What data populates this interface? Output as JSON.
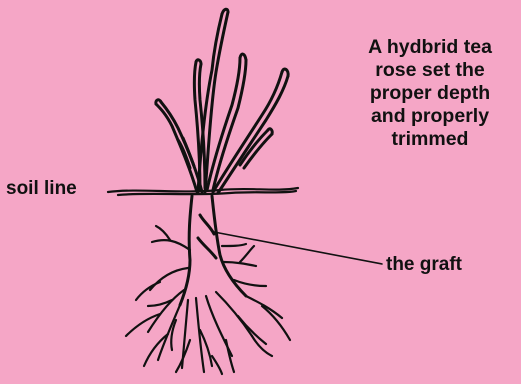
{
  "diagram": {
    "caption": "A hydbrid tea\nrose set the\nproper depth\nand properly\ntrimmed",
    "labels": {
      "soil_line": "soil line",
      "graft": "the graft"
    },
    "colors": {
      "background": "#f5a6c6",
      "ink": "#111111"
    }
  }
}
